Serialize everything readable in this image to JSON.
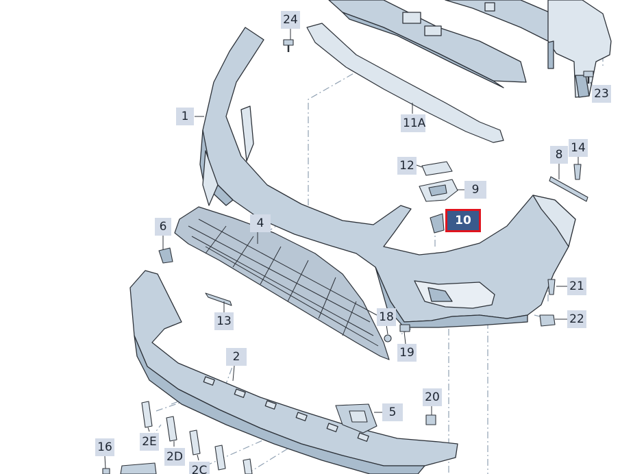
{
  "colors": {
    "part_fill": "#c3d1de",
    "part_fill_light": "#dde6ee",
    "part_stroke": "#2c3138",
    "leader": "#8fa0b2",
    "callout_bg": "#d3dbe8",
    "selected_bg": "#3a5a8c",
    "selected_border": "#e0141e"
  },
  "selected_callout": "10",
  "callouts": [
    {
      "id": "24",
      "label": "24"
    },
    {
      "id": "1",
      "label": "1"
    },
    {
      "id": "11A",
      "label": "11A"
    },
    {
      "id": "23",
      "label": "23"
    },
    {
      "id": "12",
      "label": "12"
    },
    {
      "id": "9",
      "label": "9"
    },
    {
      "id": "10",
      "label": "10"
    },
    {
      "id": "8",
      "label": "8"
    },
    {
      "id": "14",
      "label": "14"
    },
    {
      "id": "6",
      "label": "6"
    },
    {
      "id": "4",
      "label": "4"
    },
    {
      "id": "13",
      "label": "13"
    },
    {
      "id": "18",
      "label": "18"
    },
    {
      "id": "19",
      "label": "19"
    },
    {
      "id": "21",
      "label": "21"
    },
    {
      "id": "22",
      "label": "22"
    },
    {
      "id": "2",
      "label": "2"
    },
    {
      "id": "5",
      "label": "5"
    },
    {
      "id": "20",
      "label": "20"
    },
    {
      "id": "16",
      "label": "16"
    },
    {
      "id": "2E",
      "label": "2E"
    },
    {
      "id": "2D",
      "label": "2D"
    },
    {
      "id": "2C",
      "label": "2C"
    }
  ]
}
